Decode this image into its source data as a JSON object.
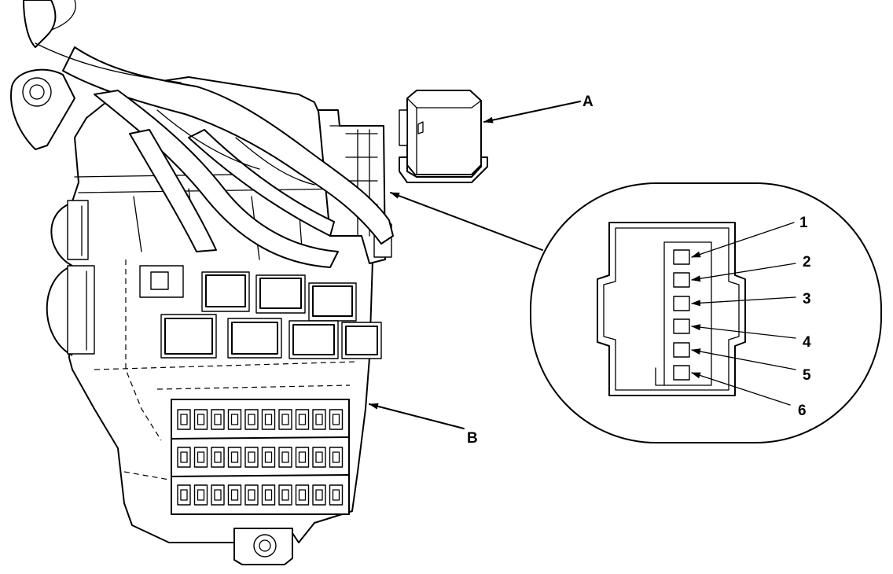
{
  "labels": {
    "relay": "A",
    "fuse_box": "B"
  },
  "terminals": [
    "1",
    "2",
    "3",
    "4",
    "5",
    "6"
  ]
}
